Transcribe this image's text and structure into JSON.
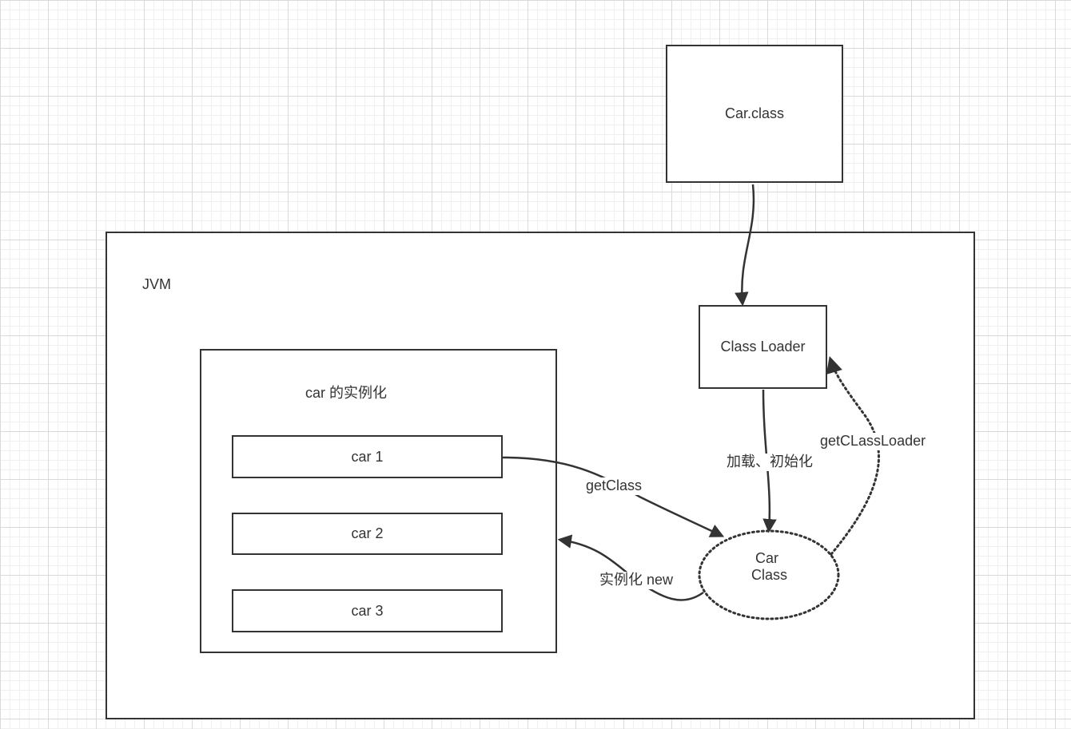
{
  "nodes": {
    "car_class_file": "Car.class",
    "jvm_label": "JVM",
    "class_loader": "Class Loader",
    "instances_title": "car 的实例化",
    "car1": "car 1",
    "car2": "car 2",
    "car3": "car 3",
    "car_class_obj_line1": "Car",
    "car_class_obj_line2": "Class"
  },
  "edges": {
    "load_init": "加载、初始化",
    "get_class": "getClass",
    "instantiate": "实例化 new",
    "get_class_loader": "getCLassLoader"
  },
  "colors": {
    "stroke": "#333333",
    "grid": "#d9d9d9",
    "background": "#ffffff"
  }
}
